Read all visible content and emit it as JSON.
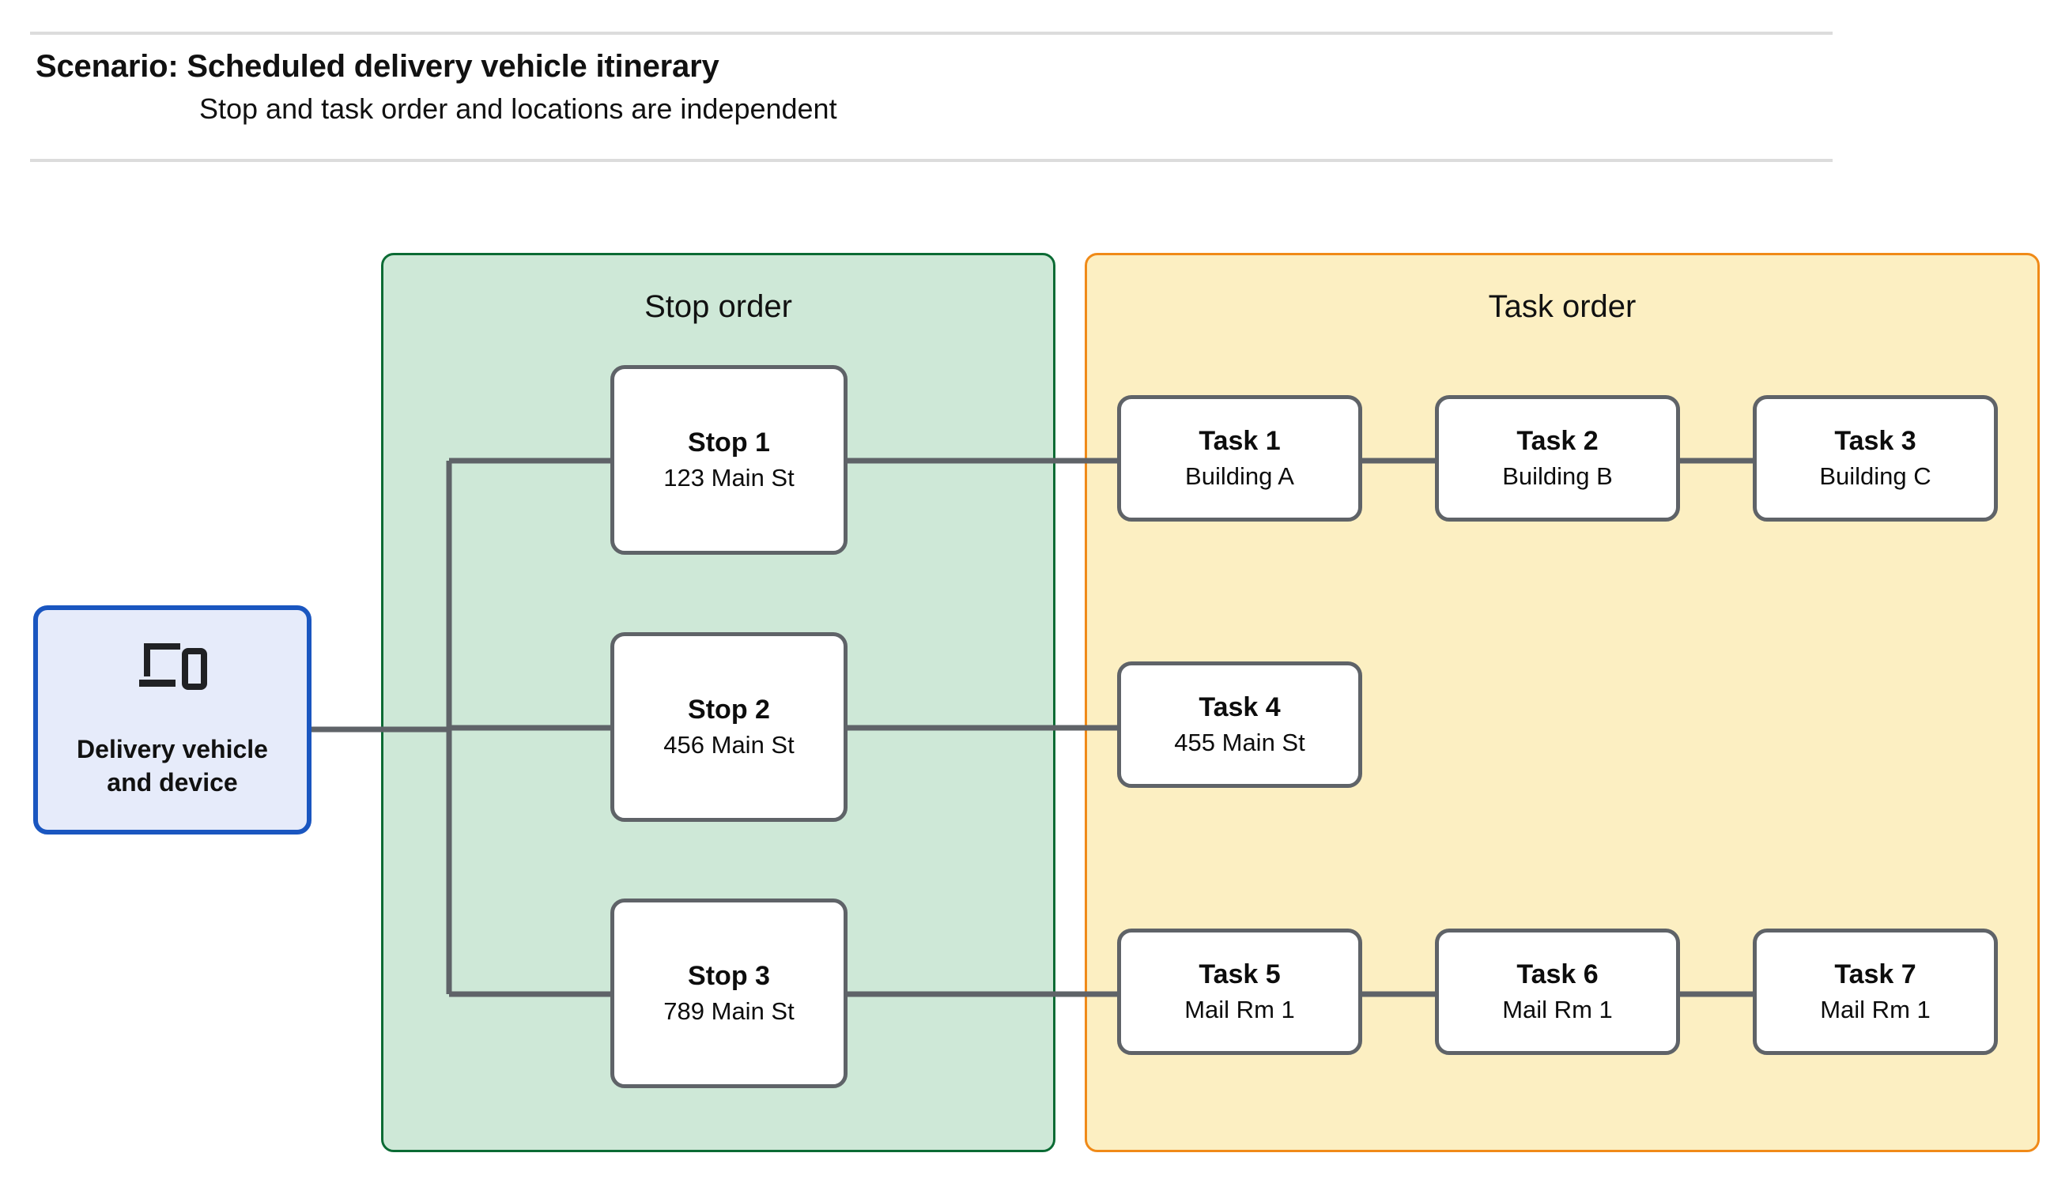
{
  "header": {
    "title": "Scenario: Scheduled delivery vehicle itinerary",
    "subtitle": "Stop and task order and locations are independent"
  },
  "vehicle": {
    "icon": "devices-icon",
    "label": "Delivery vehicle\nand device"
  },
  "stop_panel": {
    "title": "Stop order",
    "fill_color": "#cee8d7",
    "border_color": "#0b6b34",
    "stops": [
      {
        "title": "Stop 1",
        "location": "123 Main St"
      },
      {
        "title": "Stop 2",
        "location": "456 Main St"
      },
      {
        "title": "Stop 3",
        "location": "789 Main St"
      }
    ]
  },
  "task_panel": {
    "title": "Task order",
    "fill_color": "#fcefc2",
    "border_color": "#f08a18",
    "rows": [
      {
        "tasks": [
          {
            "title": "Task 1",
            "location": "Building A"
          },
          {
            "title": "Task 2",
            "location": "Building B"
          },
          {
            "title": "Task 3",
            "location": "Building C"
          }
        ]
      },
      {
        "tasks": [
          {
            "title": "Task 4",
            "location": "455 Main St"
          }
        ]
      },
      {
        "tasks": [
          {
            "title": "Task 5",
            "location": "Mail Rm 1"
          },
          {
            "title": "Task 6",
            "location": "Mail Rm 1"
          },
          {
            "title": "Task 7",
            "location": "Mail Rm 1"
          }
        ]
      }
    ]
  },
  "colors": {
    "connector": "#5f6368",
    "node_border": "#5f6368",
    "node_fill": "#ffffff",
    "vehicle_fill": "#e6ebfa",
    "vehicle_border": "#1a56c0",
    "rule": "#dcdcdc",
    "text": "#111111"
  }
}
